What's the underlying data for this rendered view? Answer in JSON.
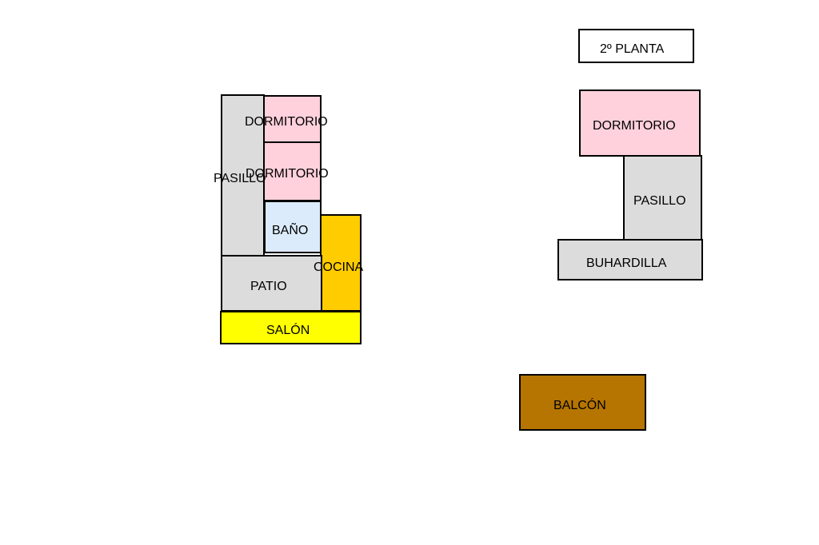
{
  "floor_1": {
    "rooms": [
      {
        "label": "PASILLO",
        "color": "#dcdcdc"
      },
      {
        "label": "DORMITORIO",
        "color": "#ffd1dc"
      },
      {
        "label": "DORMITORIO",
        "color": "#ffd1dc"
      },
      {
        "label": "BAÑO",
        "color": "#dcebfb"
      },
      {
        "label": "COCINA",
        "color": "#ffcc00"
      },
      {
        "label": "PATIO",
        "color": "#dcdcdc"
      },
      {
        "label": "SALÓN",
        "color": "#ffff00"
      }
    ]
  },
  "floor_2": {
    "title": "2º PLANTA",
    "rooms": [
      {
        "label": "DORMITORIO",
        "color": "#ffd1dc"
      },
      {
        "label": "PASILLO",
        "color": "#dcdcdc"
      },
      {
        "label": "BUHARDILLA",
        "color": "#dcdcdc"
      },
      {
        "label": "BALCÓN",
        "color": "#b57500"
      }
    ]
  }
}
